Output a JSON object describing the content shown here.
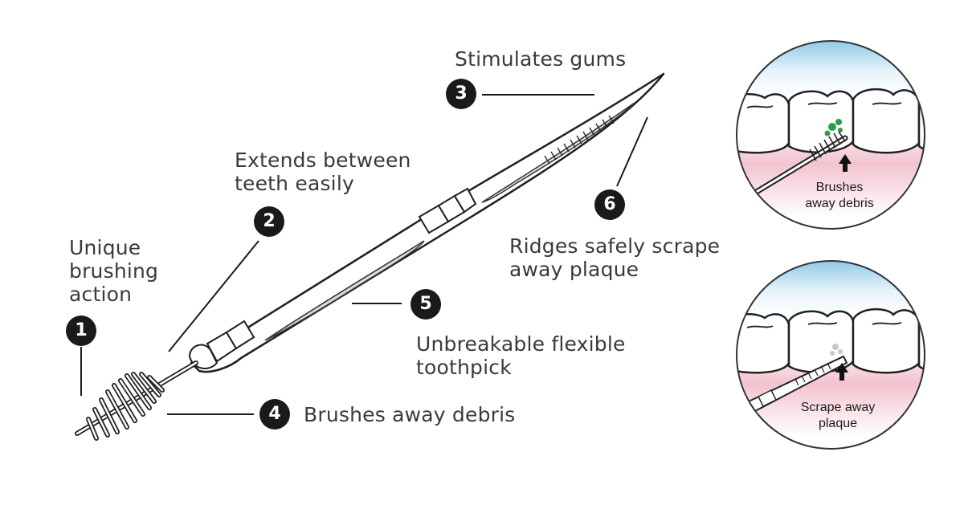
{
  "features": [
    {
      "number": "1",
      "text": "Unique\nbrushing\naction"
    },
    {
      "number": "2",
      "text": "Extends between\nteeth easily"
    },
    {
      "number": "3",
      "text": "Stimulates gums"
    },
    {
      "number": "4",
      "text": "Brushes away debris"
    },
    {
      "number": "5",
      "text": "Unbreakable flexible\ntoothpick"
    },
    {
      "number": "6",
      "text": "Ridges safely scrape\naway plaque"
    }
  ],
  "insets": [
    {
      "caption": "Brushes\naway debris"
    },
    {
      "caption": "Scrape away\nplaque"
    }
  ],
  "colors": {
    "badge": "#1a1a1a",
    "text": "#3a3a3a",
    "sky": "#8ec9e8",
    "gum": "#f3c3cf",
    "debris": "#2e9a4a",
    "plaque": "#c8c8c8"
  }
}
